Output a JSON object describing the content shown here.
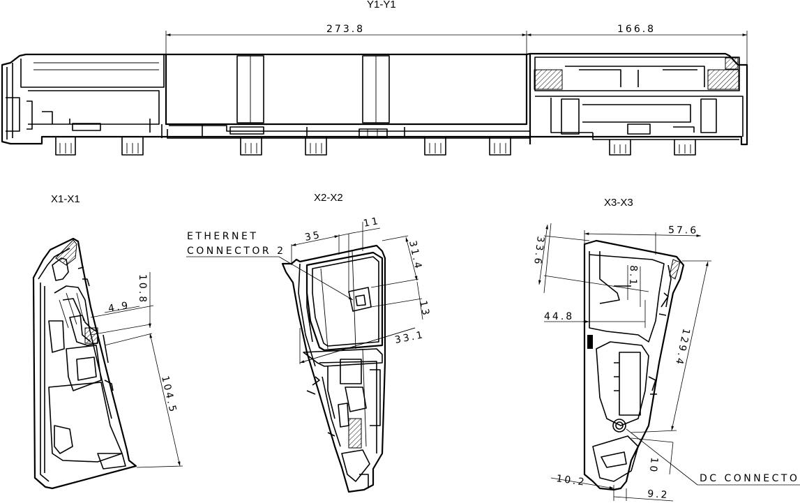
{
  "sections": {
    "y1": "Y1-Y1",
    "x1": "X1-X1",
    "x2": "X2-X2",
    "x3": "X3-X3"
  },
  "dimensions": {
    "y1_left": "273.8",
    "y1_right": "166.8",
    "x1_a": "10.8",
    "x1_b": "4.9",
    "x1_c": "104.5",
    "x2_a": "35",
    "x2_b": "11",
    "x2_c": "31.4",
    "x2_d": "13",
    "x2_e": "33.1",
    "x3_a": "57.6",
    "x3_b": "33.6",
    "x3_c": "8.1",
    "x3_d": "44.8",
    "x3_e": "129.4",
    "x3_f": "10",
    "x3_g": "10.2",
    "x3_h": "9.2"
  },
  "labels": {
    "ethernet_line1": "ETHERNET",
    "ethernet_line2": "CONNECTOR 2",
    "dc_connector": "DC CONNECTOR"
  }
}
